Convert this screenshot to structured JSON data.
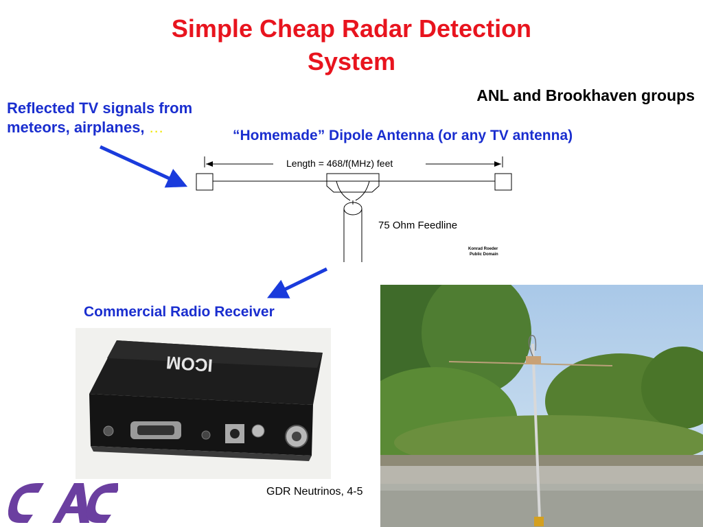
{
  "slide": {
    "title_line1": "Simple Cheap Radar Detection",
    "title_line2": "System",
    "groups": "ANL and Brookhaven groups",
    "reflected_line1": "Reflected TV signals from",
    "reflected_line2": "meteors, airplanes,",
    "reflected_ellipsis": "…",
    "dipole_caption": "“Homemade” Dipole Antenna (or any TV antenna)",
    "receiver_caption": "Commercial Radio Receiver",
    "footer": "GDR Neutrinos, 4-5"
  },
  "diagram": {
    "length_label": "Length = 468/f(MHz) feet",
    "feedline_label": "75 Ohm Feedline",
    "credit_line1": "Konrad Roeder",
    "credit_line2": "Public Domain"
  },
  "receiver": {
    "brand": "ICOM"
  },
  "colors": {
    "title": "#e8141e",
    "label_blue": "#1a2ecf",
    "arrow_blue": "#1a3bdc",
    "logo_purple": "#6b3fa0"
  }
}
